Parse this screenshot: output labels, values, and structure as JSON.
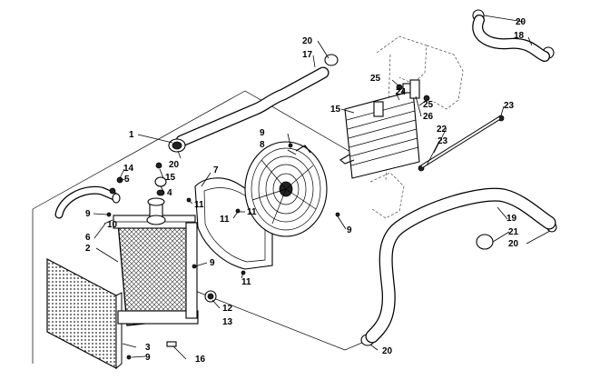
{
  "callouts": [
    {
      "id": "c1",
      "text": "1"
    },
    {
      "id": "c2",
      "text": "2"
    },
    {
      "id": "c3",
      "text": "3"
    },
    {
      "id": "c4",
      "text": "4"
    },
    {
      "id": "c5",
      "text": "5"
    },
    {
      "id": "c6",
      "text": "6"
    },
    {
      "id": "c7",
      "text": "7"
    },
    {
      "id": "c8",
      "text": "8"
    },
    {
      "id": "c9a",
      "text": "9"
    },
    {
      "id": "c9b",
      "text": "9"
    },
    {
      "id": "c9c",
      "text": "9"
    },
    {
      "id": "c9d",
      "text": "9"
    },
    {
      "id": "c9e",
      "text": "9"
    },
    {
      "id": "c10",
      "text": "10"
    },
    {
      "id": "c11a",
      "text": "11"
    },
    {
      "id": "c11b",
      "text": "11"
    },
    {
      "id": "c11c",
      "text": "11"
    },
    {
      "id": "c11d",
      "text": "11"
    },
    {
      "id": "c12",
      "text": "12"
    },
    {
      "id": "c13",
      "text": "13"
    },
    {
      "id": "c14",
      "text": "14"
    },
    {
      "id": "c15a",
      "text": "15"
    },
    {
      "id": "c15b",
      "text": "15"
    },
    {
      "id": "c16",
      "text": "16"
    },
    {
      "id": "c17",
      "text": "17"
    },
    {
      "id": "c18",
      "text": "18"
    },
    {
      "id": "c19",
      "text": "19"
    },
    {
      "id": "c20a",
      "text": "20"
    },
    {
      "id": "c20b",
      "text": "20"
    },
    {
      "id": "c20c",
      "text": "20"
    },
    {
      "id": "c20d",
      "text": "20"
    },
    {
      "id": "c20e",
      "text": "20"
    },
    {
      "id": "c21",
      "text": "21"
    },
    {
      "id": "c22",
      "text": "22"
    },
    {
      "id": "c23a",
      "text": "23"
    },
    {
      "id": "c23b",
      "text": "23"
    },
    {
      "id": "c24",
      "text": "24"
    },
    {
      "id": "c25a",
      "text": "25"
    },
    {
      "id": "c25b",
      "text": "25"
    },
    {
      "id": "c26",
      "text": "26"
    }
  ]
}
